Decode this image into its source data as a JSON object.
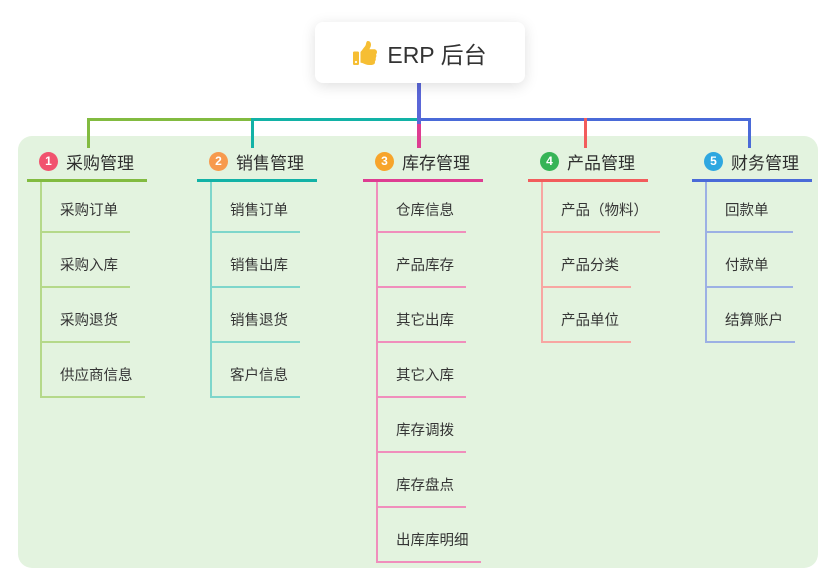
{
  "root": {
    "title": "ERP 后台",
    "icon": "thumbs-up-icon"
  },
  "panel": {
    "background": "#E3F3DF"
  },
  "connector": {
    "root_line_color": "#5B67D8"
  },
  "branches": [
    {
      "index": "1",
      "title": "采购管理",
      "badge_color": "#F1536E",
      "line_color": "#82BB40",
      "child_line_color": "#B5D98A",
      "children": [
        "采购订单",
        "采购入库",
        "采购退货",
        "供应商信息"
      ]
    },
    {
      "index": "2",
      "title": "销售管理",
      "badge_color": "#F79A4D",
      "line_color": "#12B2A6",
      "child_line_color": "#7ED6CB",
      "children": [
        "销售订单",
        "销售出库",
        "销售退货",
        "客户信息"
      ]
    },
    {
      "index": "3",
      "title": "库存管理",
      "badge_color": "#F7A42B",
      "line_color": "#DE3D92",
      "child_line_color": "#F08EBC",
      "children": [
        "仓库信息",
        "产品库存",
        "其它出库",
        "其它入库",
        "库存调拨",
        "库存盘点",
        "出库库明细"
      ]
    },
    {
      "index": "4",
      "title": "产品管理",
      "badge_color": "#36B456",
      "line_color": "#F25C5C",
      "child_line_color": "#F8A6A2",
      "children": [
        "产品（物料）",
        "产品分类",
        "产品单位"
      ]
    },
    {
      "index": "5",
      "title": "财务管理",
      "badge_color": "#2EA7E0",
      "line_color": "#4A6AD8",
      "child_line_color": "#9CB0E4",
      "children": [
        "回款单",
        "付款单",
        "结算账户"
      ]
    }
  ]
}
